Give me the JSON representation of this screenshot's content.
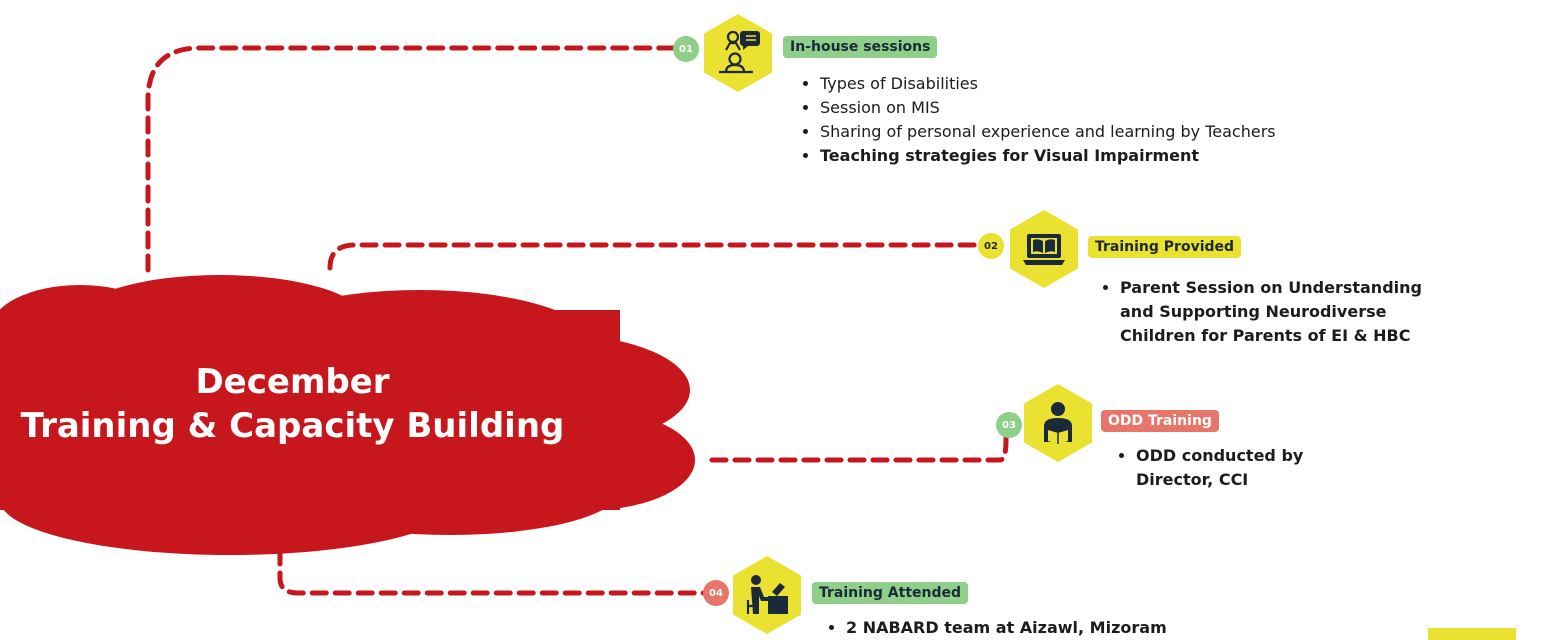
{
  "title": {
    "line1": "December",
    "line2": "Training & Capacity Building"
  },
  "colors": {
    "cloud": "#c8161d",
    "connector": "#c8161d",
    "hexagon": "#ebe131",
    "green_badge": "#8fcf8a",
    "yellow_badge": "#ebe131",
    "salmon_badge": "#e8756a",
    "icon": "#1b2a3a"
  },
  "branches": [
    {
      "number": "01",
      "icon": "teacher-student-icon",
      "label": "In-house sessions",
      "items": [
        "Types of Disabilities",
        "Session on MIS",
        "Sharing of personal experience and learning by Teachers",
        "Teaching strategies for Visual Impairment"
      ]
    },
    {
      "number": "02",
      "icon": "laptop-book-icon",
      "label": "Training Provided",
      "items": [
        "Parent Session on Understanding and Supporting Neurodiverse Children for Parents of EI & HBC"
      ]
    },
    {
      "number": "03",
      "icon": "reader-icon",
      "label": "ODD Training",
      "items": [
        "ODD conducted by Director, CCI"
      ]
    },
    {
      "number": "04",
      "icon": "desk-worker-icon",
      "label": "Training Attended",
      "items": [
        "2 NABARD team at Aizawl, Mizoram"
      ]
    }
  ]
}
